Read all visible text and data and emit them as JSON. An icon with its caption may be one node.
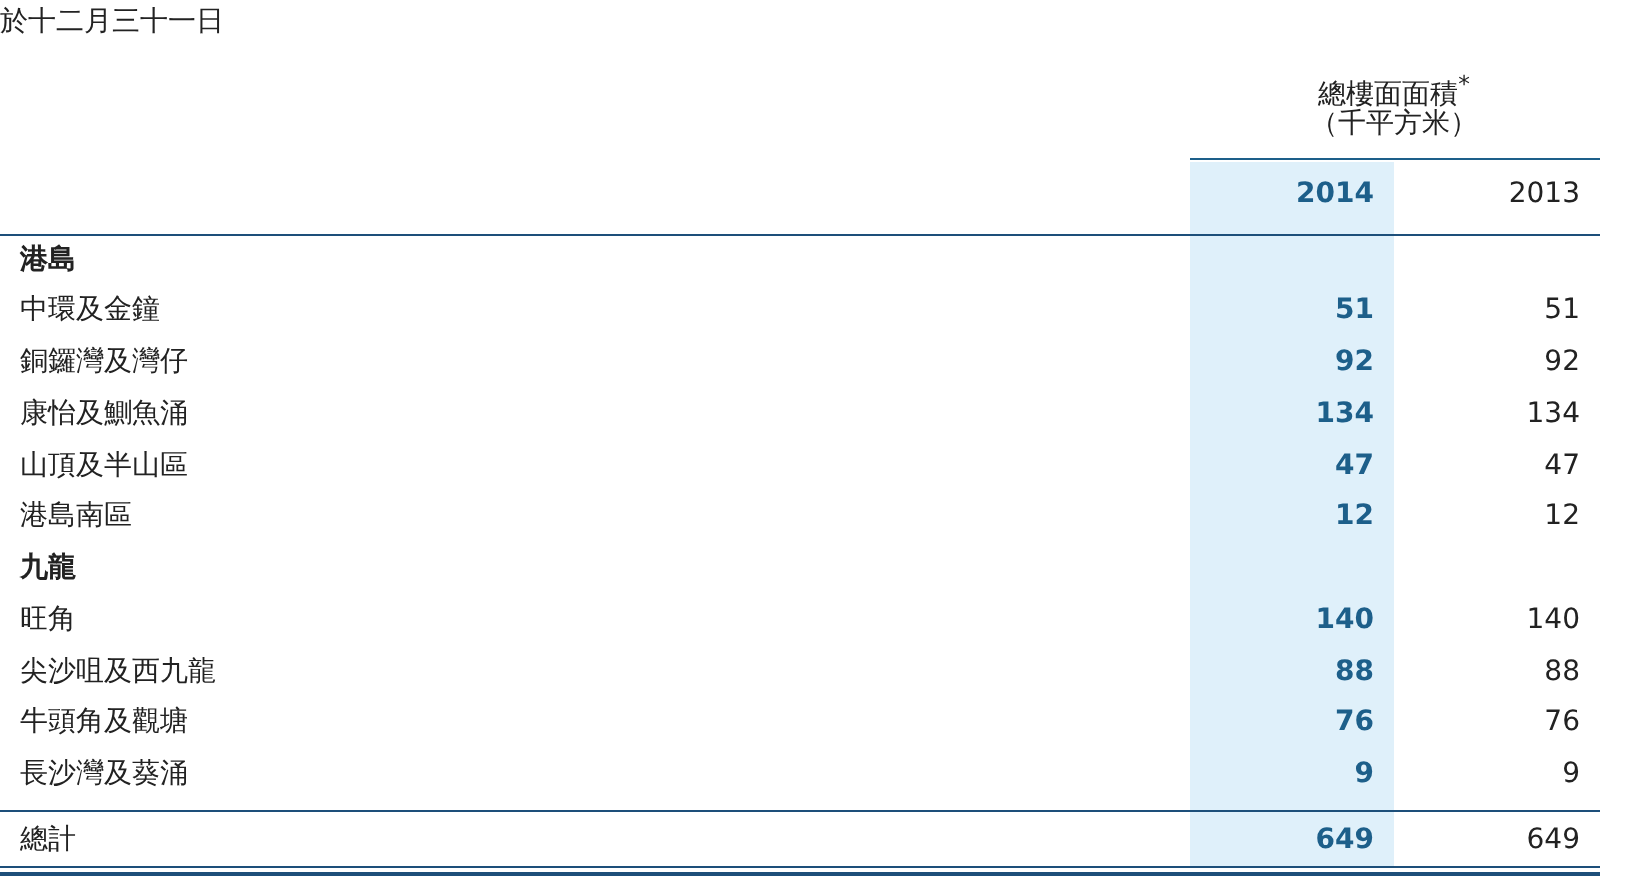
{
  "diagram": {
    "labels": [
      "於十二月三十一日",
      "總樓面面積$^{*}$",
      "（千平方米）",
      "2014",
      "2013",
      "港島",
      "中環及金鐘",
      "51",
      "51",
      "銅鑼灣及灣仔",
      "92",
      "92",
      "康怡及鰂魚涌",
      "134",
      "134",
      "山頂及半山區",
      "47",
      "47",
      "港島南區",
      "12",
      "12",
      "九龍",
      "旺角",
      "140",
      "140",
      "尖沙咀及西九龍",
      "88",
      "88",
      "牛頭角及觀塘",
      "76",
      "76",
      "長沙灣及葵涌",
      "9",
      "9",
      "總計",
      "649",
      "649"
    ]
  }
}
